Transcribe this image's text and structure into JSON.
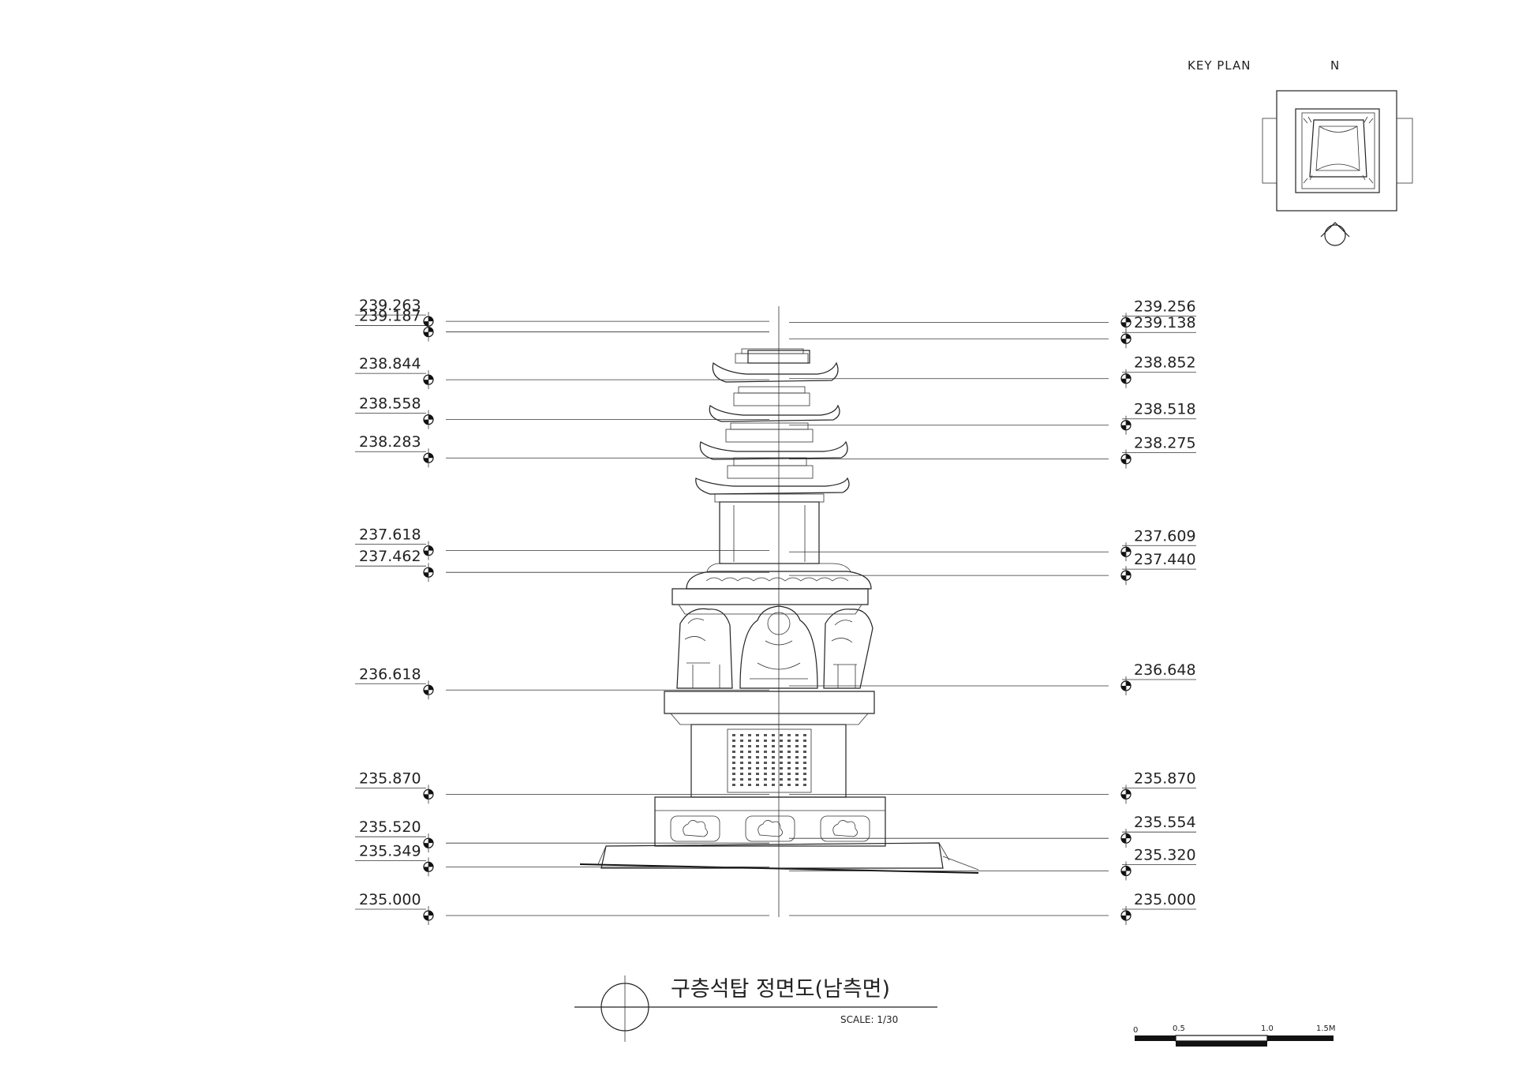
{
  "key_plan": {
    "label": "KEY  PLAN",
    "north_label": "N"
  },
  "elevations": {
    "left": [
      "239.263",
      "239.187",
      "238.844",
      "238.558",
      "238.283",
      "237.618",
      "237.462",
      "236.618",
      "235.870",
      "235.520",
      "235.349",
      "235.000"
    ],
    "right": [
      "239.256",
      "239.138",
      "238.852",
      "238.518",
      "238.275",
      "237.609",
      "237.440",
      "236.648",
      "235.870",
      "235.554",
      "235.320",
      "235.000"
    ]
  },
  "title": {
    "main": "구층석탑 정면도(남측면)",
    "scale": "SCALE: 1/30"
  },
  "scale_bar": {
    "labels": [
      "0",
      "0.5",
      "1.0",
      "1.5M"
    ]
  },
  "colors": {
    "line": "#222222",
    "background": "#ffffff"
  }
}
